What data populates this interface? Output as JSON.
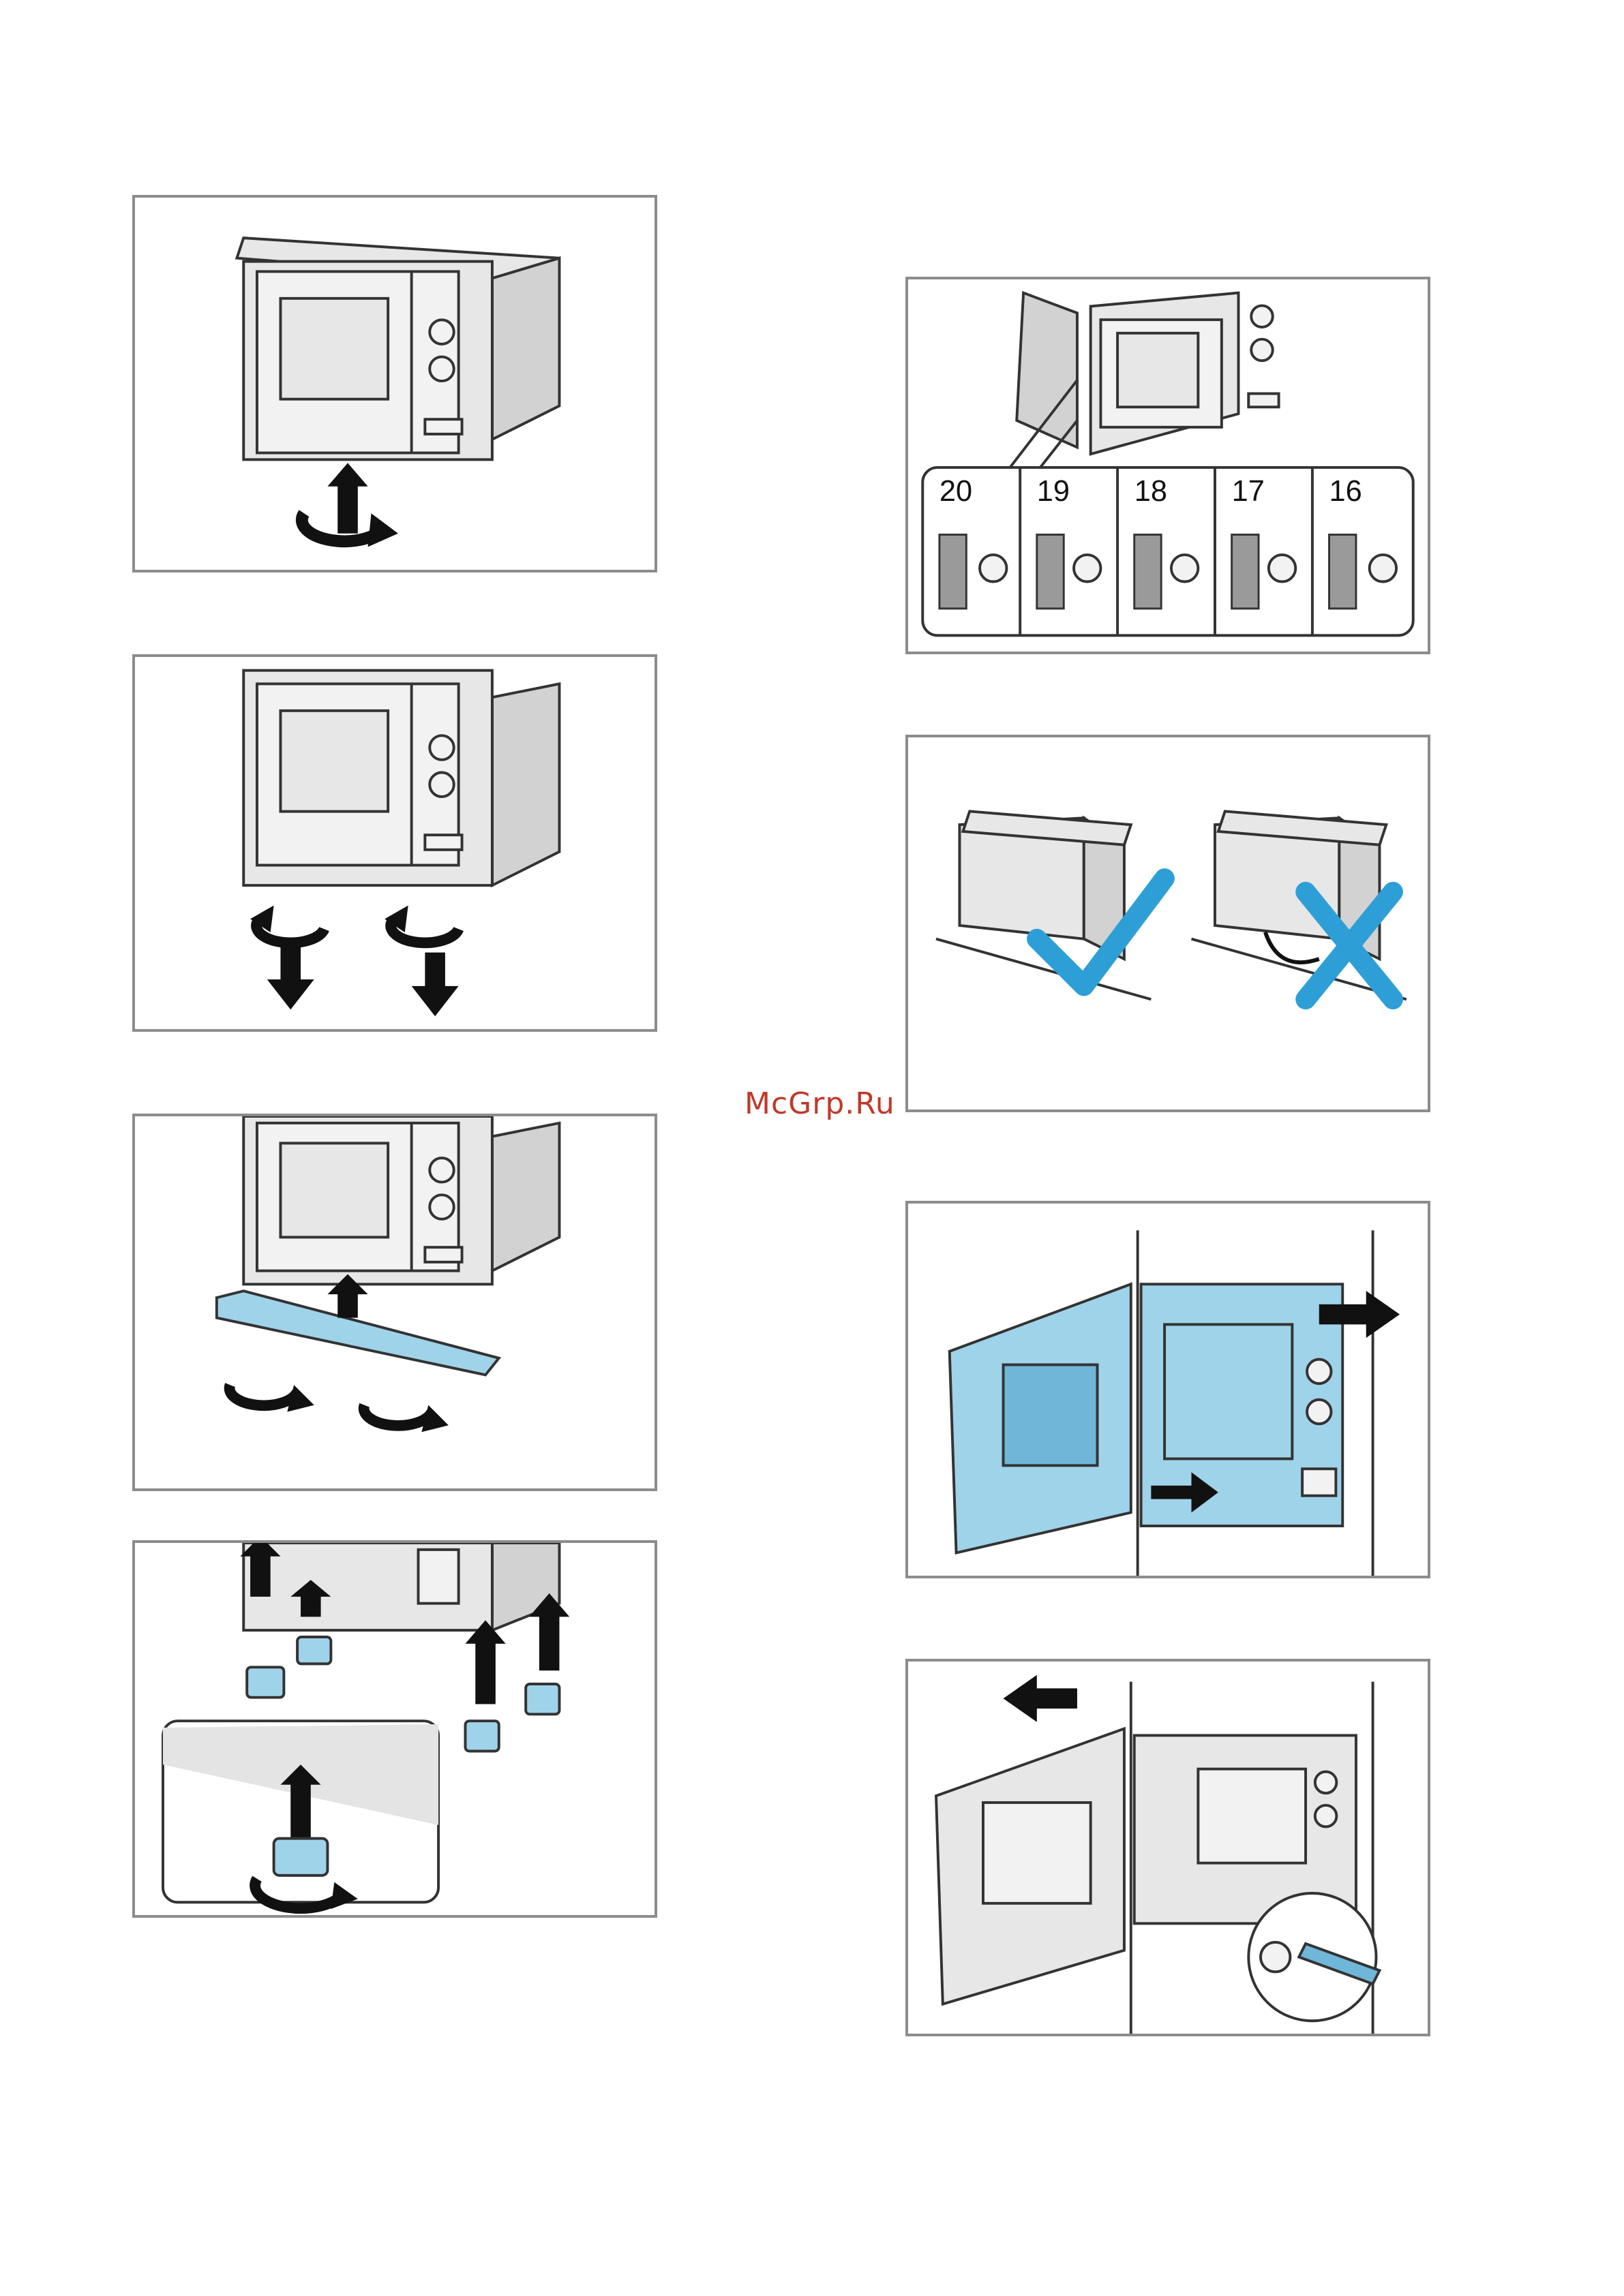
{
  "watermark": "McGrp.Ru",
  "panels": {
    "p1": {
      "name": "attach-fixing-screw"
    },
    "p2": {
      "name": "remove-screws"
    },
    "p3": {
      "name": "fit-bottom-strip"
    },
    "p4": {
      "name": "fit-feet"
    },
    "p5": {
      "name": "cabinet-thickness-selection",
      "thickness_labels": [
        "20",
        "19",
        "18",
        "17",
        "16"
      ]
    },
    "p6": {
      "name": "cable-routing"
    },
    "p7": {
      "name": "insert-appliance"
    },
    "p8": {
      "name": "screw-appliance-in-place"
    }
  },
  "icons": {
    "check": "checkmark-icon",
    "cross": "cross-icon"
  },
  "colors": {
    "border": "#8c8c8c",
    "accent_blue": "#9fd3ea",
    "check_blue": "#2e9fd6",
    "watermark_red": "#c0392b"
  }
}
